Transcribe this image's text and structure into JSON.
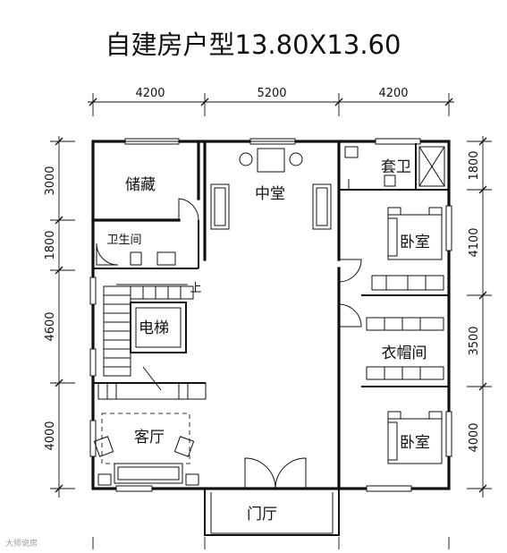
{
  "title": "自建房户型13.80X13.60",
  "dimensions_top": [
    "4200",
    "5200",
    "4200"
  ],
  "dimensions_left": [
    "3000",
    "1800",
    "4600",
    "4000"
  ],
  "dimensions_right": [
    "1800",
    "4100",
    "3500",
    "4000"
  ],
  "rooms": {
    "storage": "储藏",
    "hall": "中堂",
    "ensuite_bath": "套卫",
    "bathroom": "卫生间",
    "bedroom_1": "卧室",
    "stair_up": "上",
    "elevator": "电梯",
    "wardrobe": "衣帽间",
    "bedroom_2": "卧室",
    "living_room": "客厅",
    "entrance": "门厅"
  },
  "watermark": "大师说房"
}
